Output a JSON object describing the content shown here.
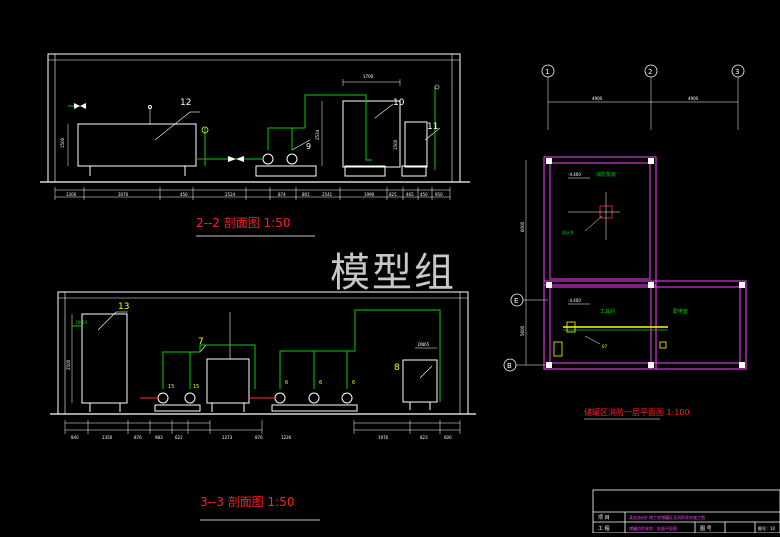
{
  "watermark": "模型组",
  "section_2_2": {
    "title": "2--2 剖面图 1:50",
    "labels": {
      "tank_12": "12",
      "tank_10": "10",
      "tank_11": "11",
      "pump_9": "9"
    },
    "top_dim": "1700",
    "left_dim": "1500",
    "mid_dims": [
      "2534",
      "1500"
    ],
    "bottom_dims": [
      "1300",
      "3070",
      "456",
      "2524",
      "874",
      "801",
      "2541",
      "1990",
      "825",
      "465",
      "450",
      "950"
    ]
  },
  "section_3_3": {
    "title": "3--3 剖面图 1:50",
    "labels": {
      "tank_13": "13",
      "tank_7": "7",
      "tank_8": "8",
      "p15a": "15",
      "p15b": "15",
      "p6a": "6",
      "p6b": "6",
      "p6c": "6",
      "top_small": "DN50",
      "top_right": "DN65"
    },
    "left_dim": "2500",
    "bottom_dims": [
      "840",
      "1350",
      "876",
      "983",
      "622",
      "1273",
      "876",
      "1226",
      "1976",
      "823",
      "600"
    ]
  },
  "plan": {
    "title": "储罐区消防一层平面图 1:100",
    "axis_top": [
      "1",
      "2",
      "3"
    ],
    "axis_top_dims": [
      "4900",
      "4900"
    ],
    "axis_left": [
      "E",
      "B"
    ],
    "left_dims": [
      "6000",
      "5600"
    ],
    "room_upper": "消防泵房",
    "room_lower_a": "工具间",
    "room_lower_b": "配电室",
    "level_upper": "-4.400",
    "level_lower": "-4.400",
    "leader_label": "雨水井",
    "pump_label": "07"
  },
  "title_block": {
    "row1_a": "项 目",
    "row1_b": "某加油站扩建工程储罐区及消防泵房施工图",
    "row2_a": "工 程",
    "row2_b": "储罐消防泵房、剖面平面图",
    "row2_c": "图 号",
    "row2_d": "图号：10"
  }
}
